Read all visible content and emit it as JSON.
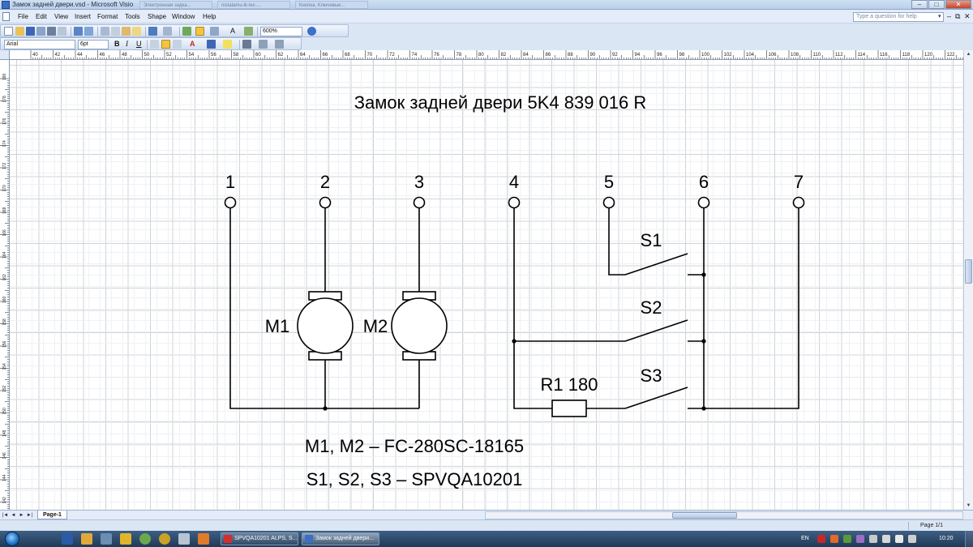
{
  "window": {
    "title": "Замок задней двери.vsd - Microsoft Visio",
    "ghost_tabs": [
      "Электронная задка...",
      "nistalamu-lk-lec-...",
      "Кнопка, Ключевые..."
    ],
    "controls": {
      "minimize": "–",
      "maximize": "□",
      "close": "✕"
    }
  },
  "menu": {
    "items": [
      "File",
      "Edit",
      "View",
      "Insert",
      "Format",
      "Tools",
      "Shape",
      "Window",
      "Help"
    ],
    "help_placeholder": "Type a question for help",
    "doc_controls": [
      "–",
      "⧉",
      "✕"
    ]
  },
  "toolbar": {
    "zoom": "600%",
    "font": "Arial",
    "font_size": "6pt",
    "bold": "B",
    "italic": "I",
    "underline": "U",
    "font_color_label": "A",
    "text_tool": "A"
  },
  "rulers": {
    "h_labels": [
      "40",
      "42",
      "44",
      "46",
      "48",
      "50",
      "52",
      "54",
      "56",
      "58",
      "60",
      "62",
      "64",
      "66",
      "68",
      "70",
      "72",
      "74",
      "76",
      "78",
      "80",
      "82",
      "84",
      "86",
      "88",
      "90",
      "92",
      "94",
      "96",
      "98",
      "100",
      "102",
      "104",
      "106",
      "108",
      "110",
      "112",
      "114",
      "116",
      "118",
      "120",
      "122"
    ],
    "v_labels": [
      "180",
      "178",
      "176",
      "174",
      "172",
      "170",
      "168",
      "166",
      "164",
      "162",
      "160",
      "158",
      "156",
      "154",
      "152",
      "150",
      "148",
      "146",
      "144",
      "142"
    ]
  },
  "diagram": {
    "title": "Замок задней двери 5K4 839 016 R",
    "pins": [
      "1",
      "2",
      "3",
      "4",
      "5",
      "6",
      "7"
    ],
    "motor_labels": [
      "M1",
      "M2"
    ],
    "switch_labels": [
      "S1",
      "S2",
      "S3"
    ],
    "resistor_label": "R1 180",
    "notes": [
      "M1, M2 – FC-280SC-18165",
      "S1, S2, S3 – SPVQA10201"
    ]
  },
  "pagebar": {
    "tab": "Page-1",
    "nav": [
      "|◄",
      "◄",
      "►",
      "►|"
    ]
  },
  "status": {
    "page": "Page 1/1"
  },
  "taskbar": {
    "items": [
      {
        "label": "SPVQA10201 ALPS, S...",
        "color": "#d32f2f"
      },
      {
        "label": "Замок задней двери...",
        "color": "#3a6fc4",
        "active": true
      }
    ],
    "lang": "EN",
    "clock": "10:20"
  }
}
